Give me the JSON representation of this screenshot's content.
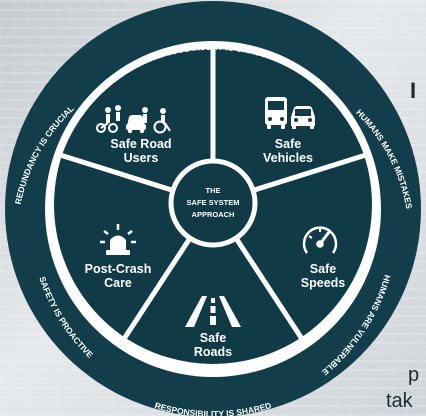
{
  "diagram": {
    "center": [
      "THE",
      "SAFE SYSTEM",
      "APPROACH"
    ],
    "segments": [
      {
        "lines": [
          "Safe Road",
          "Users"
        ],
        "icon": "road-users-icon"
      },
      {
        "lines": [
          "Safe",
          "Vehicles"
        ],
        "icon": "vehicles-icon"
      },
      {
        "lines": [
          "Safe",
          "Speeds"
        ],
        "icon": "speedometer-icon"
      },
      {
        "lines": [
          "Safe",
          "Roads"
        ],
        "icon": "road-icon"
      },
      {
        "lines": [
          "Post-Crash",
          "Care"
        ],
        "icon": "siren-icon"
      }
    ],
    "principles": [
      "DEATH/SERIOUS INJURY IS UNACCEPTABLE",
      "HUMANS MAKE MISTAKES",
      "HUMANS ARE VULNERABLE",
      "RESPONSIBILITY IS SHARED",
      "SAFETY IS PROACTIVE",
      "REDUNDANCY IS CRUCIAL"
    ],
    "colors": {
      "ring": "#123d4b",
      "segment": "#0f3a46",
      "divider": "#ffffff",
      "text": "#ffffff",
      "dot": "#123d4b"
    }
  },
  "background": {
    "fragments": [
      "I",
      "p",
      "tak"
    ]
  }
}
